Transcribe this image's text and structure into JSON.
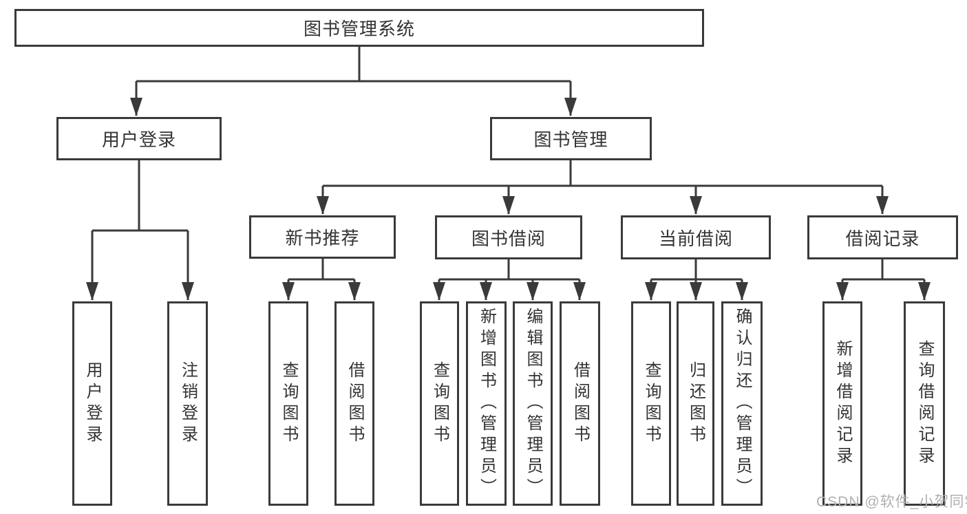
{
  "tree": {
    "label": "图书管理系统",
    "children": [
      {
        "label": "用户登录",
        "children": [
          {
            "label": "用户登录"
          },
          {
            "label": "注销登录"
          }
        ]
      },
      {
        "label": "图书管理",
        "children": [
          {
            "label": "新书推荐",
            "children": [
              {
                "label": "查询图书"
              },
              {
                "label": "借阅图书"
              }
            ]
          },
          {
            "label": "图书借阅",
            "children": [
              {
                "label": "查询图书"
              },
              {
                "label": "新增图书（管理员）"
              },
              {
                "label": "编辑图书（管理员）"
              },
              {
                "label": "借阅图书"
              }
            ]
          },
          {
            "label": "当前借阅",
            "children": [
              {
                "label": "查询图书"
              },
              {
                "label": "归还图书"
              },
              {
                "label": "确认归还（管理员）"
              }
            ]
          },
          {
            "label": "借阅记录",
            "children": [
              {
                "label": "新增借阅记录"
              },
              {
                "label": "查询借阅记录"
              }
            ]
          }
        ]
      }
    ]
  },
  "watermark": "CSDN @软件_小贺同学",
  "colors": {
    "line": "#3a3a3a",
    "text": "#333333",
    "watermark": "#b0b0b0",
    "background": "#ffffff"
  }
}
